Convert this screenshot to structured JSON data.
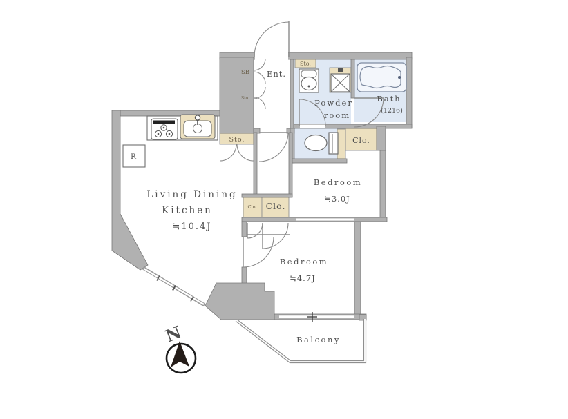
{
  "document_type": "apartment-floor-plan",
  "colors": {
    "wall": "#b1b1b1",
    "closet_beige": "#ece0bf",
    "wet_area_blue": "#dfe8f4",
    "text": "#4f4f4f"
  },
  "rooms": [
    {
      "name": "Living Dining Kitchen",
      "size": "≒10.4J"
    },
    {
      "name": "Bedroom",
      "size": "≒3.0J"
    },
    {
      "name": "Bedroom",
      "size": "≒4.7J"
    },
    {
      "name": "Bath",
      "size": "(1216)"
    },
    {
      "name": "Powder room",
      "size": ""
    },
    {
      "name": "Balcony",
      "size": ""
    },
    {
      "name": "Ent.",
      "size": ""
    }
  ],
  "labels": {
    "ldk_line1": "Living Dining",
    "ldk_line2": "Kitchen",
    "ldk_size": "≒10.4J",
    "entrance": "Ent.",
    "shoe_box": "SB",
    "storage_shoebox_lower": "Sto.",
    "storage_entrance": "Sto.",
    "storage_kitchen": "Sto.",
    "powder_line1": "Powder",
    "powder_line2": "room",
    "bath": "Bath",
    "bath_size": "(1216)",
    "closet_bedroom3": "Clo.",
    "closet_small": "Clo.",
    "closet_large": "Clo.",
    "bedroom3": "Bedroom",
    "bedroom3_size": "≒3.0J",
    "bedroom4": "Bedroom",
    "bedroom4_size": "≒4.7J",
    "balcony": "Balcony",
    "refrigerator": "R",
    "compass_north": "N"
  }
}
